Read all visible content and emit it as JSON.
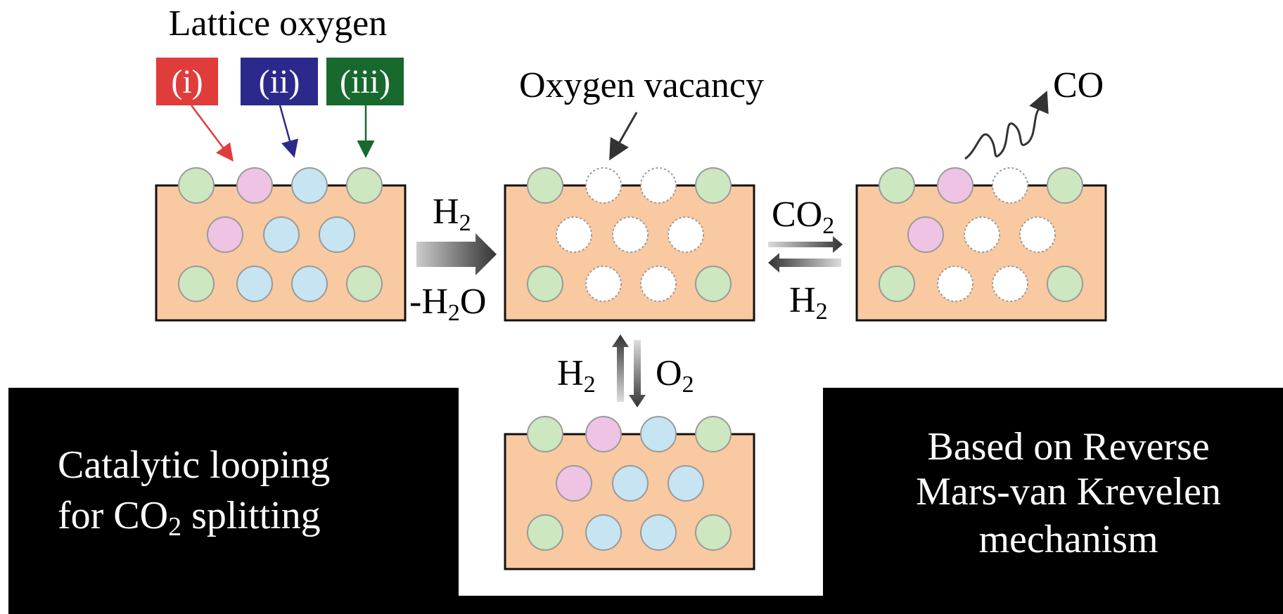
{
  "header": {
    "title": "Lattice oxygen",
    "tags": [
      {
        "label": "(i)",
        "color": "#e03c3c"
      },
      {
        "label": "(ii)",
        "color": "#2b2a8c"
      },
      {
        "label": "(iii)",
        "color": "#17692e"
      }
    ]
  },
  "labels": {
    "oxygen_vacancy": "Oxygen vacancy",
    "co": "CO"
  },
  "reactions": {
    "step1_top": "H",
    "step1_top_sub": "2",
    "step1_bottom_pre": "-H",
    "step1_bottom_sub": "2",
    "step1_bottom_post": "O",
    "step2_top": "CO",
    "step2_top_sub": "2",
    "step2_bottom": "H",
    "step2_bottom_sub": "2",
    "vertical_left": "H",
    "vertical_left_sub": "2",
    "vertical_right": "O",
    "vertical_right_sub": "2"
  },
  "panels": {
    "left": {
      "line1": "Catalytic looping",
      "line2_pre": "for CO",
      "line2_sub": "2",
      "line2_post": " splitting"
    },
    "right": {
      "line1": "Based on Reverse",
      "line2": "Mars-van Krevelen",
      "line3": "mechanism"
    }
  },
  "colors": {
    "block_fill": "#f9c9a1",
    "green_atom": "#cde7c0",
    "pink_atom": "#efc3e4",
    "blue_atom": "#c7e4f2",
    "vacancy": "#ffffff",
    "panel": "#000000"
  }
}
